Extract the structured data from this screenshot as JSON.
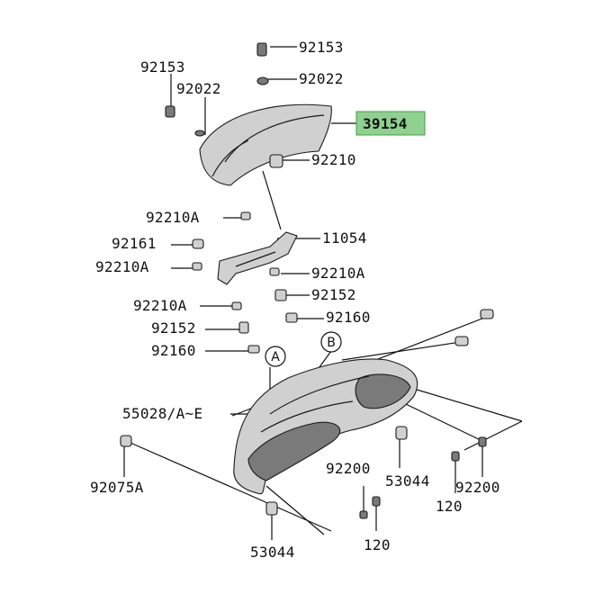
{
  "highlight_color": "#8fd18f",
  "labels": {
    "l_92153_top": "92153",
    "l_92022_top": "92022",
    "l_92153_left": "92153",
    "l_92022_left": "92022",
    "l_39154": "39154",
    "l_92210": "92210",
    "l_92210A_1": "92210A",
    "l_11054": "11054",
    "l_92161": "92161",
    "l_92210A_2": "92210A",
    "l_92210A_3": "92210A",
    "l_92152_r": "92152",
    "l_92210A_4": "92210A",
    "l_92160_r": "92160",
    "l_92152_l": "92152",
    "l_92160_l": "92160",
    "l_55028": "55028/A~E",
    "l_92075A": "92075A",
    "l_92200_c": "92200",
    "l_53044_r": "53044",
    "l_92200_r": "92200",
    "l_120_r": "120",
    "l_53044_b": "53044",
    "l_120_b": "120"
  },
  "callouts": {
    "a": "A",
    "b": "B"
  }
}
